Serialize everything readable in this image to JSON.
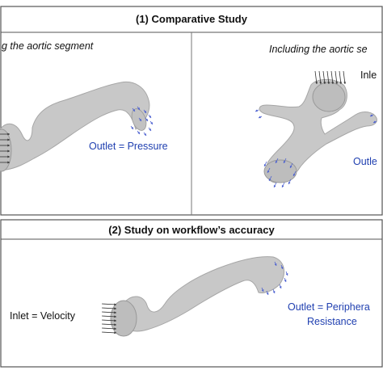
{
  "section1": {
    "title": "(1) Comparative Study",
    "left_caption": "g the aortic segment",
    "right_caption": "Including the aortic se",
    "left_outlet_label": "Outlet = Pressure",
    "right_inlet_label": "Inle",
    "right_outlet_label": "Outle"
  },
  "section2": {
    "title": "(2) Study on workflow’s accuracy",
    "inlet_label": "Inlet = Velocity",
    "outlet_label_line1": "Outlet = Periphera",
    "outlet_label_line2": "Resistance"
  },
  "colors": {
    "vessel_fill": "#c8c8c8",
    "vessel_stroke": "#a6a6a6",
    "label_blue": "#1f3fb0",
    "arrow_blue": "#4a5fd0",
    "arrow_black": "#333333"
  }
}
